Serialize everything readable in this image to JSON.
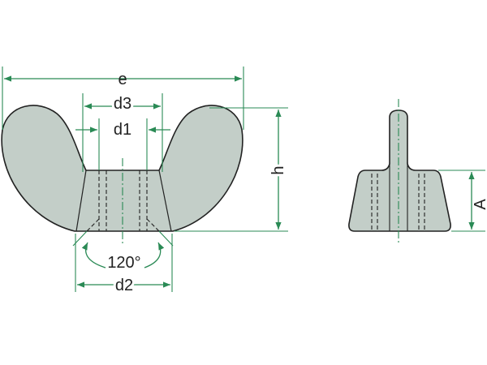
{
  "labels": {
    "e": "e",
    "d3": "d3",
    "d1": "d1",
    "h": "h",
    "angle": "120°",
    "d2": "d2",
    "A": "A"
  },
  "colors": {
    "body_fill": "#c3cec8",
    "body_stroke": "#222222",
    "dimension": "#2a8a55",
    "centerline": "#2a8a55",
    "text": "#222222"
  }
}
